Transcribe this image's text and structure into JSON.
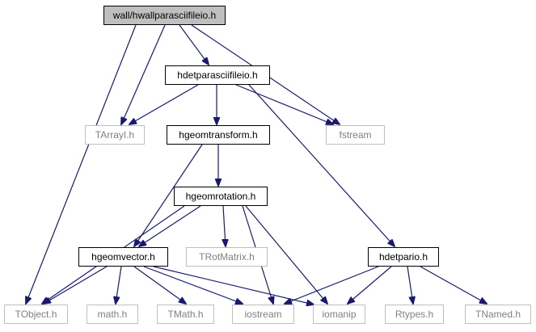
{
  "diagram": {
    "colors": {
      "edge": "#191970",
      "root_fill": "#bfbfbf",
      "node_fill": "#ffffff",
      "node_border": "#000000",
      "external_border": "#bfbfbf",
      "external_text": "#808080",
      "text": "#000000"
    },
    "nodes": [
      {
        "id": "root",
        "label": "wall/hwallparasciifileio.h",
        "kind": "root"
      },
      {
        "id": "hdetparasciifileio",
        "label": "hdetparasciifileio.h",
        "kind": "internal"
      },
      {
        "id": "TArrayI",
        "label": "TArrayI.h",
        "kind": "external"
      },
      {
        "id": "fstream",
        "label": "fstream",
        "kind": "external"
      },
      {
        "id": "hgeomtransform",
        "label": "hgeomtransform.h",
        "kind": "internal"
      },
      {
        "id": "hgeomrotation",
        "label": "hgeomrotation.h",
        "kind": "internal"
      },
      {
        "id": "hgeomvector",
        "label": "hgeomvector.h",
        "kind": "internal"
      },
      {
        "id": "TRotMatrix",
        "label": "TRotMatrix.h",
        "kind": "external"
      },
      {
        "id": "hdetpario",
        "label": "hdetpario.h",
        "kind": "internal"
      },
      {
        "id": "TObject",
        "label": "TObject.h",
        "kind": "external"
      },
      {
        "id": "math",
        "label": "math.h",
        "kind": "external"
      },
      {
        "id": "TMath",
        "label": "TMath.h",
        "kind": "external"
      },
      {
        "id": "iostream",
        "label": "iostream",
        "kind": "external"
      },
      {
        "id": "iomanip",
        "label": "iomanip",
        "kind": "external"
      },
      {
        "id": "Rtypes",
        "label": "Rtypes.h",
        "kind": "external"
      },
      {
        "id": "TNamed",
        "label": "TNamed.h",
        "kind": "external"
      }
    ],
    "edges": [
      [
        "root",
        "hdetparasciifileio"
      ],
      [
        "root",
        "TArrayI"
      ],
      [
        "root",
        "fstream"
      ],
      [
        "root",
        "TObject"
      ],
      [
        "hdetparasciifileio",
        "TArrayI"
      ],
      [
        "hdetparasciifileio",
        "fstream"
      ],
      [
        "hdetparasciifileio",
        "hgeomtransform"
      ],
      [
        "hdetparasciifileio",
        "hdetpario"
      ],
      [
        "hgeomtransform",
        "hgeomrotation"
      ],
      [
        "hgeomtransform",
        "hgeomvector"
      ],
      [
        "hgeomrotation",
        "hgeomvector"
      ],
      [
        "hgeomrotation",
        "TRotMatrix"
      ],
      [
        "hgeomrotation",
        "TObject"
      ],
      [
        "hgeomrotation",
        "iostream"
      ],
      [
        "hgeomrotation",
        "iomanip"
      ],
      [
        "hgeomvector",
        "TObject"
      ],
      [
        "hgeomvector",
        "math"
      ],
      [
        "hgeomvector",
        "TMath"
      ],
      [
        "hgeomvector",
        "iostream"
      ],
      [
        "hgeomvector",
        "iomanip"
      ],
      [
        "hdetpario",
        "iostream"
      ],
      [
        "hdetpario",
        "iomanip"
      ],
      [
        "hdetpario",
        "Rtypes"
      ],
      [
        "hdetpario",
        "TNamed"
      ]
    ]
  }
}
